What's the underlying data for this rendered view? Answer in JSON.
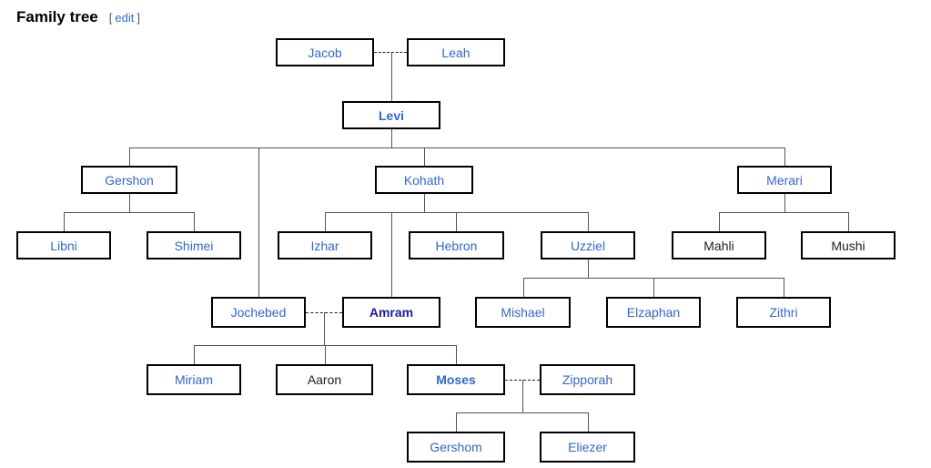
{
  "header": {
    "title": "Family tree",
    "edit_open_bracket": "[",
    "edit_label": "edit",
    "edit_close_bracket": "]"
  },
  "colors": {
    "link_blue": "#3366cc",
    "visited_navy": "#1a1a9e",
    "plain_text": "#202122",
    "box_border": "#000000",
    "connector_line": "#545454",
    "background": "#ffffff"
  },
  "tree": {
    "nodes": {
      "jacob": {
        "label": "Jacob",
        "style": "link"
      },
      "leah": {
        "label": "Leah",
        "style": "link"
      },
      "levi": {
        "label": "Levi",
        "style": "bold-link"
      },
      "gershon": {
        "label": "Gershon",
        "style": "link"
      },
      "kohath": {
        "label": "Kohath",
        "style": "link"
      },
      "merari": {
        "label": "Merari",
        "style": "link"
      },
      "libni": {
        "label": "Libni",
        "style": "link"
      },
      "shimei": {
        "label": "Shimei",
        "style": "link"
      },
      "izhar": {
        "label": "Izhar",
        "style": "link"
      },
      "hebron": {
        "label": "Hebron",
        "style": "link"
      },
      "uzziel": {
        "label": "Uzziel",
        "style": "link"
      },
      "mahli": {
        "label": "Mahli",
        "style": "plain"
      },
      "mushi": {
        "label": "Mushi",
        "style": "plain"
      },
      "jochebed": {
        "label": "Jochebed",
        "style": "link"
      },
      "amram": {
        "label": "Amram",
        "style": "visited-bold-link"
      },
      "mishael": {
        "label": "Mishael",
        "style": "link"
      },
      "elzaphan": {
        "label": "Elzaphan",
        "style": "link"
      },
      "zithri": {
        "label": "Zithri",
        "style": "link"
      },
      "miriam": {
        "label": "Miriam",
        "style": "link"
      },
      "aaron": {
        "label": "Aaron",
        "style": "plain"
      },
      "moses": {
        "label": "Moses",
        "style": "bold-link"
      },
      "zipporah": {
        "label": "Zipporah",
        "style": "link"
      },
      "gershom": {
        "label": "Gershom",
        "style": "link"
      },
      "eliezer": {
        "label": "Eliezer",
        "style": "link"
      }
    },
    "marriages": [
      [
        "Jacob",
        "Leah"
      ],
      [
        "Jochebed",
        "Amram"
      ],
      [
        "Moses",
        "Zipporah"
      ]
    ]
  }
}
